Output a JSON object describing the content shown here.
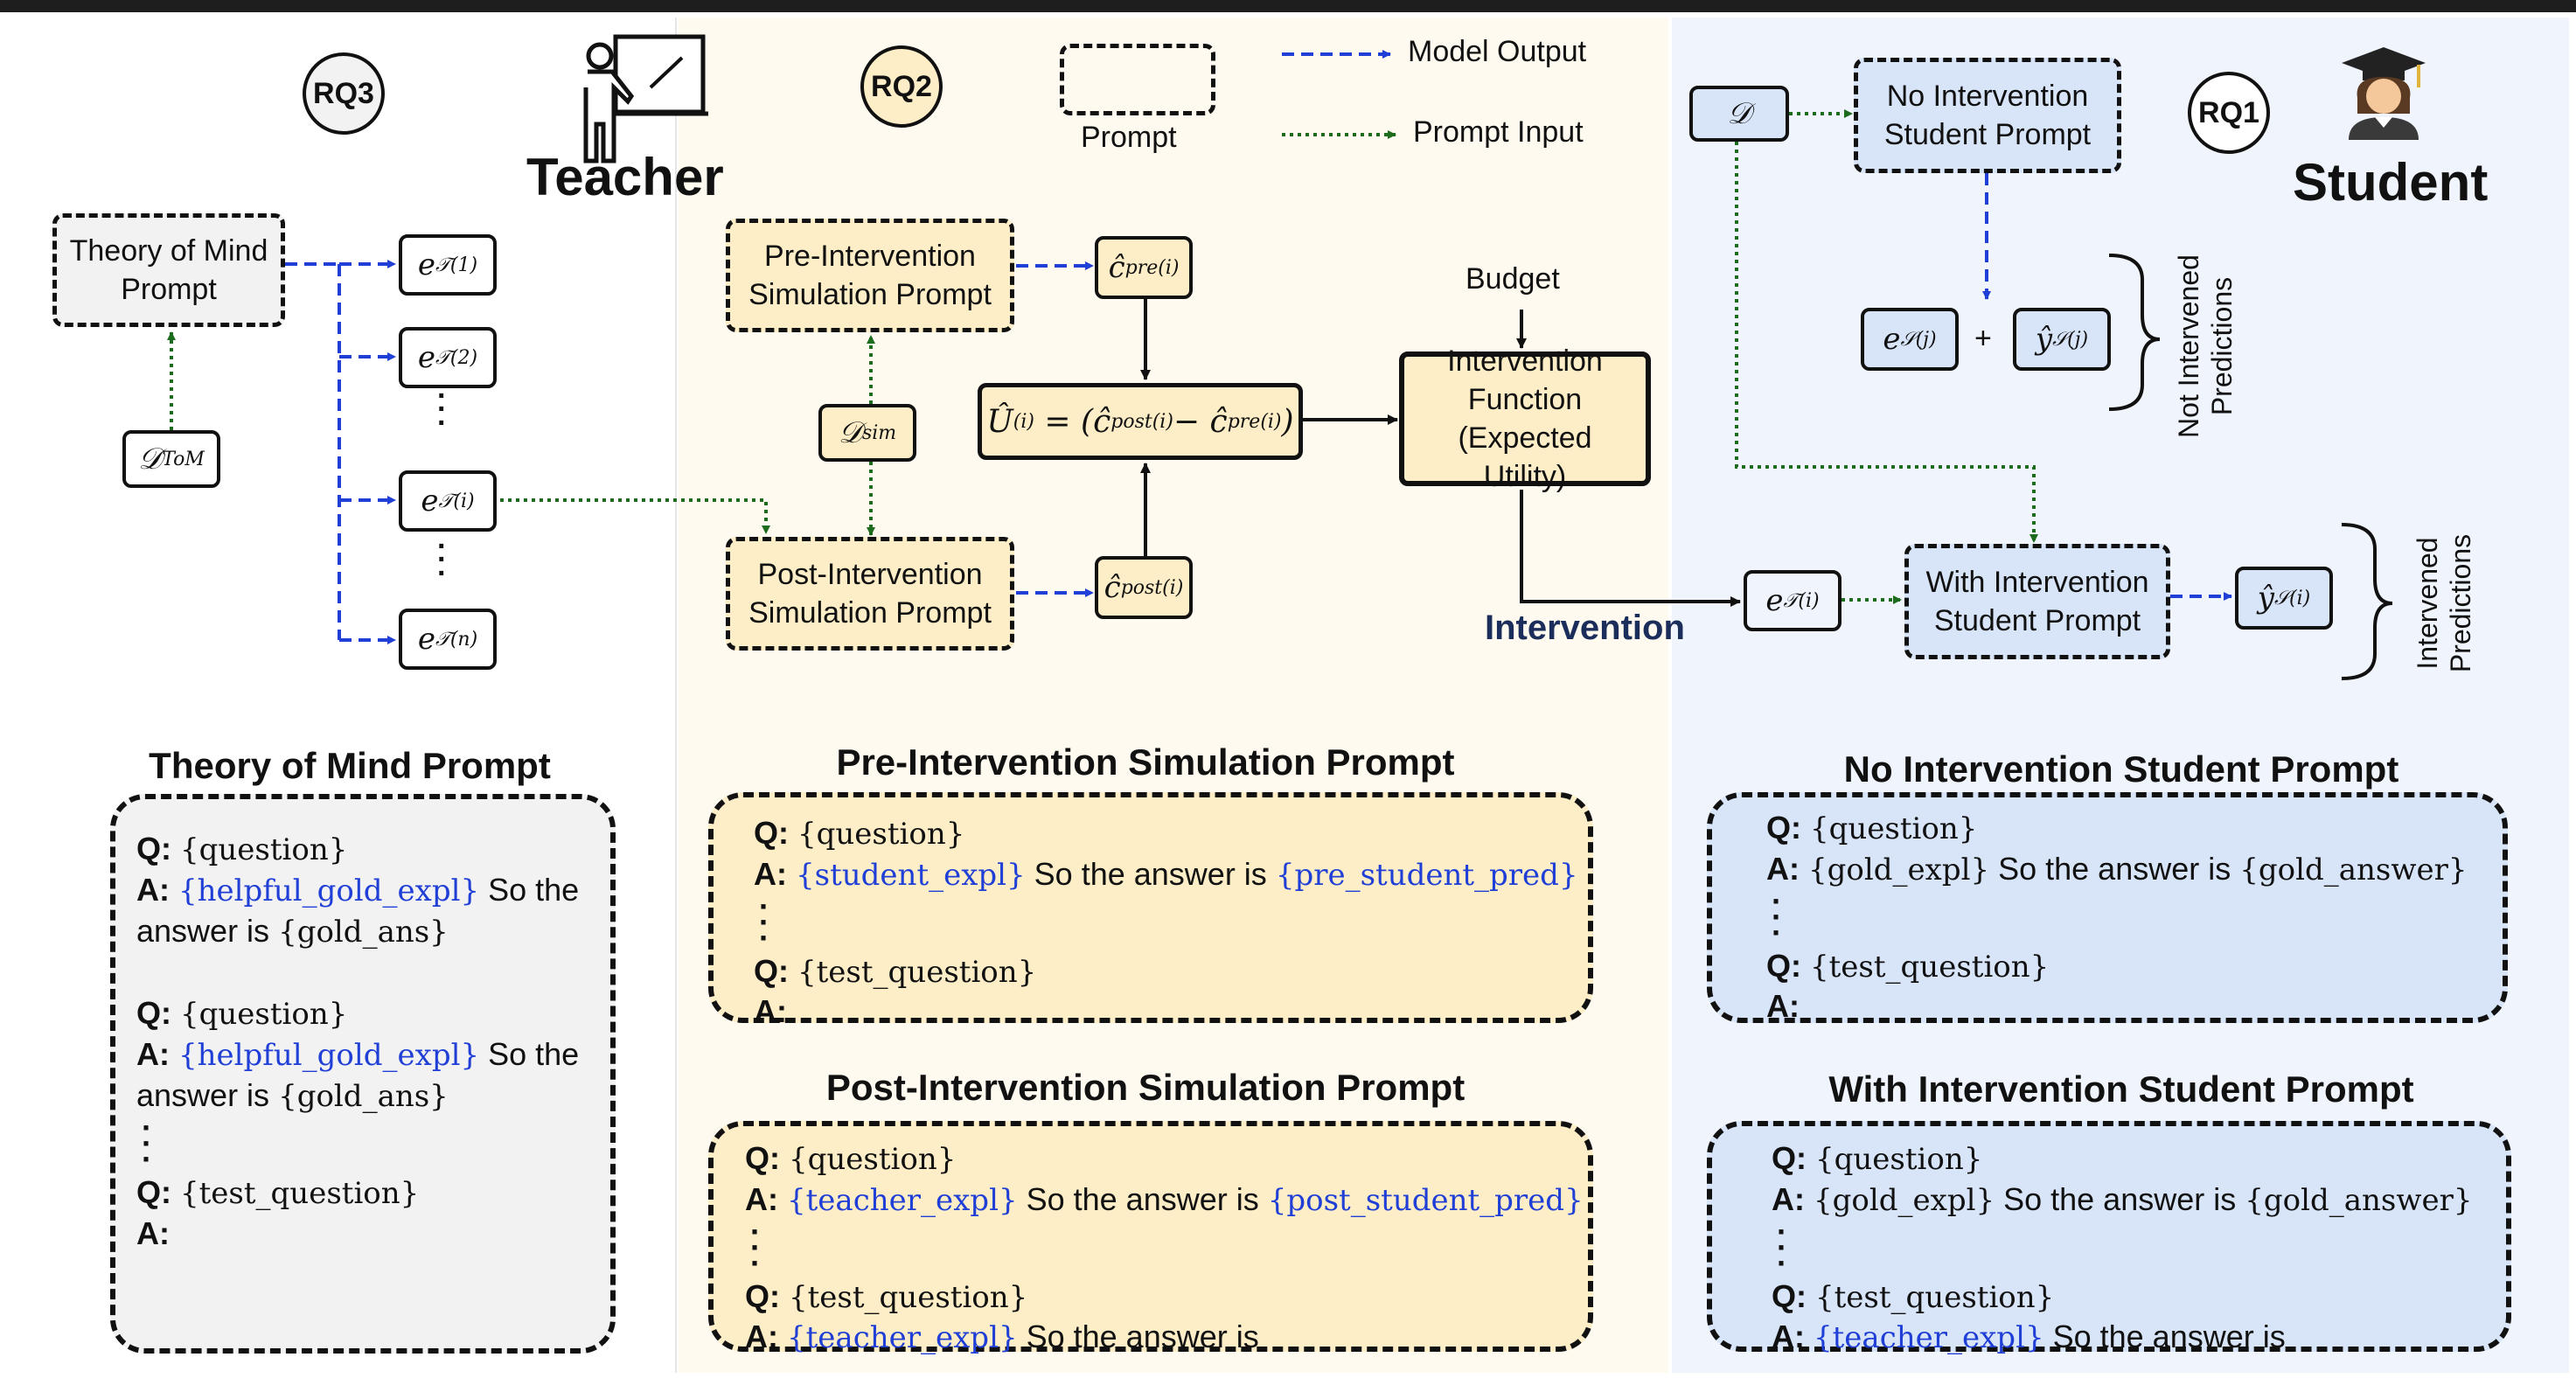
{
  "colors": {
    "model_output": "#1f3fd6",
    "prompt_input": "#1d6b1d",
    "teacher_panel_bg": "#ffffff",
    "rq2_panel_bg": "#fffaef",
    "student_panel_bg": "#f0f5fd",
    "yellow_box": "#fdeec7",
    "blue_box": "#d8e5f9",
    "gray_box": "#f2f2f2"
  },
  "icons": [
    "teacher-icon",
    "student-icon"
  ],
  "legend": {
    "prompt": "Prompt",
    "model_output": "Model Output",
    "prompt_input": "Prompt Input"
  },
  "rq": {
    "rq1": "RQ1",
    "rq2": "RQ2",
    "rq3": "RQ3"
  },
  "roles": {
    "teacher": "Teacher",
    "student": "Student"
  },
  "teacher": {
    "tom_prompt": "Theory of Mind Prompt",
    "d_tom": "D_ToM",
    "explanations": [
      "e_T^(1)",
      "e_T^(2)",
      "e_T^(i)",
      "e_T^(n)"
    ]
  },
  "rq2": {
    "pre_prompt": "Pre-Intervention Simulation Prompt",
    "post_prompt": "Post-Intervention Simulation Prompt",
    "d_sim": "D_sim",
    "c_pre": "ĉ_pre^(i)",
    "c_post": "ĉ_post^(i)",
    "utility": "Û^(i) = (ĉ_post^(i) − ĉ_pre^(i))",
    "budget": "Budget",
    "intervention_function": "Intervention Function (Expected Utility)",
    "intervention": "Intervention"
  },
  "student": {
    "d": "D",
    "no_intervention_prompt": "No Intervention Student Prompt",
    "with_intervention_prompt": "With Intervention Student Prompt",
    "e_s": "e_S^(j)",
    "plus": "+",
    "y_s_j": "ŷ_S^(j)",
    "e_t": "e_T^(i)",
    "y_s_i": "ŷ_S^(i)",
    "not_intervened": "Not Intervened Predictions",
    "intervened": "Intervened Predictions"
  },
  "prompts": {
    "tom": {
      "title": "Theory of Mind Prompt",
      "q1": "{question}",
      "a1_var": "{helpful_gold_expl}",
      "a1_text": "  So the",
      "a1_line2": "answer is ",
      "a1_ans": "{gold_ans}",
      "q2": "{question}",
      "a2_var": "{helpful_gold_expl}",
      "a2_text": " So  the",
      "a2_line2": "answer is ",
      "a2_ans": "{gold_ans}",
      "q3": "{test_question}"
    },
    "pre": {
      "title": "Pre-Intervention Simulation Prompt",
      "q1": "{question}",
      "a1_var": "{student_expl}",
      "a1_text": " So the answer is ",
      "a1_pred": "{pre_student_pred}",
      "q2": "{test_question}"
    },
    "post": {
      "title": "Post-Intervention Simulation Prompt",
      "q1": "{question}",
      "a1_var": "{teacher_expl}",
      "a1_text": " So the answer is ",
      "a1_pred": "{post_student_pred}",
      "q2": "{test_question}",
      "a2_var": "{teacher_expl}",
      "a2_text": " So the answer is"
    },
    "no_int": {
      "title": "No Intervention Student Prompt",
      "q1": "{question}",
      "a1_var": "{gold_expl}",
      "a1_text": " So the answer is ",
      "a1_ans": "{gold_answer}",
      "q2": "{test_question}"
    },
    "with_int": {
      "title": "With Intervention Student Prompt",
      "q1": "{question}",
      "a1_var": "{gold_expl}",
      "a1_text": " So the answer is ",
      "a1_ans": "{gold_answer}",
      "q2": "{test_question}",
      "a2_var": "{teacher_expl}",
      "a2_text": " So the answer is"
    },
    "q_label": "Q:",
    "a_label": "A:"
  }
}
